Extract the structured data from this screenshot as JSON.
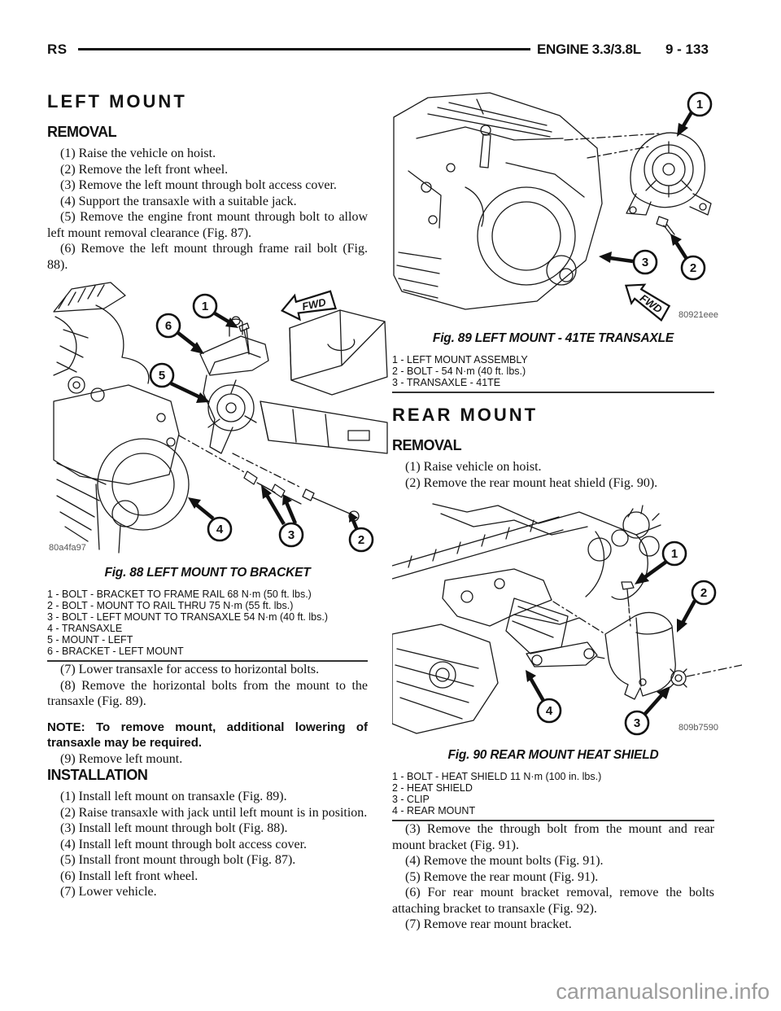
{
  "header": {
    "manual_code": "RS",
    "section": "ENGINE 3.3/3.8L",
    "page_number": "9 - 133"
  },
  "left_mount": {
    "title": "LEFT MOUNT",
    "removal": {
      "title": "REMOVAL",
      "steps": [
        "(1) Raise the vehicle on hoist.",
        "(2) Remove the left front wheel.",
        "(3) Remove the left mount through bolt access cover.",
        "(4) Support the transaxle with a suitable jack.",
        "(5) Remove the engine front mount through bolt to allow left mount removal clearance (Fig. 87).",
        "(6) Remove the left mount through frame rail bolt (Fig. 88)."
      ]
    },
    "fig88": {
      "caption": "Fig. 88 LEFT MOUNT TO BRACKET",
      "image_code": "80a4fa97",
      "fwd_label": "FWD",
      "callouts": [
        "1",
        "2",
        "3",
        "4",
        "5",
        "6"
      ],
      "legend": [
        "1 - BOLT - BRACKET TO FRAME RAIL 68 N·m (50 ft. lbs.)",
        "2 - BOLT - MOUNT TO RAIL THRU 75 N·m (55 ft. lbs.)",
        "3 - BOLT - LEFT MOUNT TO TRANSAXLE 54 N·m (40 ft. lbs.)",
        "4 - TRANSAXLE",
        "5 - MOUNT - LEFT",
        "6 - BRACKET - LEFT MOUNT"
      ]
    },
    "post_figure_steps": [
      "(7) Lower transaxle for access to horizontal bolts.",
      "(8) Remove the horizontal bolts from the mount to the transaxle (Fig. 89)."
    ],
    "note": "NOTE: To remove mount, additional lowering of transaxle may be required.",
    "final_removal_step": "(9) Remove left mount.",
    "installation": {
      "title": "INSTALLATION",
      "steps": [
        "(1) Install left mount on transaxle (Fig. 89).",
        "(2) Raise transaxle with jack until left mount is in position.",
        "(3) Install left mount through bolt (Fig. 88).",
        "(4) Install left mount through bolt access cover.",
        "(5) Install front mount through bolt (Fig. 87).",
        "(6) Install left front wheel.",
        "(7) Lower vehicle."
      ]
    }
  },
  "fig89": {
    "caption": "Fig. 89 LEFT MOUNT - 41TE TRANSAXLE",
    "image_code": "80921eee",
    "fwd_label": "FWD",
    "callouts": [
      "1",
      "2",
      "3"
    ],
    "legend": [
      "1 - LEFT MOUNT ASSEMBLY",
      "2 - BOLT - 54 N·m (40 ft. lbs.)",
      "3 - TRANSAXLE - 41TE"
    ]
  },
  "rear_mount": {
    "title": "REAR MOUNT",
    "removal": {
      "title": "REMOVAL",
      "steps": [
        "(1) Raise vehicle on hoist.",
        "(2) Remove the rear mount heat shield (Fig. 90)."
      ]
    },
    "fig90": {
      "caption": "Fig. 90 REAR MOUNT HEAT SHIELD",
      "image_code": "809b7590",
      "callouts": [
        "1",
        "2",
        "3",
        "4"
      ],
      "legend": [
        "1 - BOLT - HEAT SHIELD 11 N·m (100 in. lbs.)",
        "2 - HEAT SHIELD",
        "3 - CLIP",
        "4 - REAR MOUNT"
      ]
    },
    "post_figure_steps": [
      "(3) Remove the through bolt from the mount and rear mount bracket (Fig. 91).",
      "(4) Remove the mount bolts (Fig. 91).",
      "(5) Remove the rear mount (Fig. 91).",
      "(6) For rear mount bracket removal, remove the bolts attaching bracket to transaxle (Fig. 92).",
      "(7) Remove rear mount bracket."
    ]
  },
  "watermark": "carmanualsonline.info"
}
